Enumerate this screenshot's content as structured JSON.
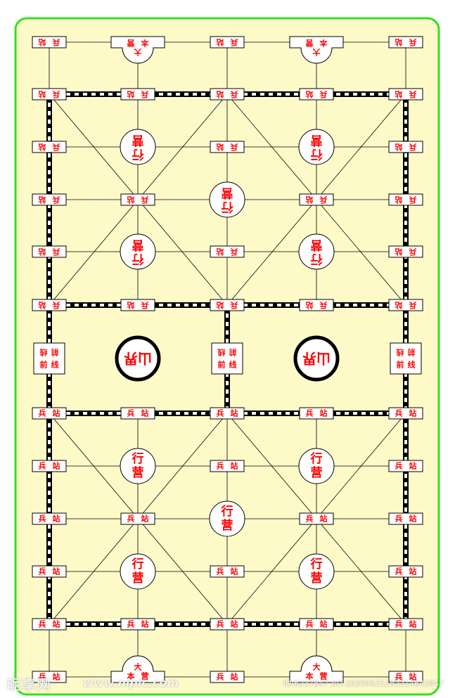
{
  "board": {
    "labels": {
      "station": [
        "兵",
        "站"
      ],
      "camp": [
        "行",
        "营"
      ],
      "headquarters": [
        "大",
        "本",
        "营"
      ],
      "frontline": [
        "前",
        "线"
      ],
      "mountain": [
        "山",
        "界"
      ]
    },
    "colors": {
      "background": "#fdfac8",
      "frame": "#33e01f",
      "label": "#ff0000",
      "line": "#000000",
      "piece_fill": "#ffffff"
    }
  },
  "watermark": {
    "logo": "昵享网",
    "url": "www.nipic.com",
    "id": "ID:6237847 NO:20200625182214642847"
  }
}
